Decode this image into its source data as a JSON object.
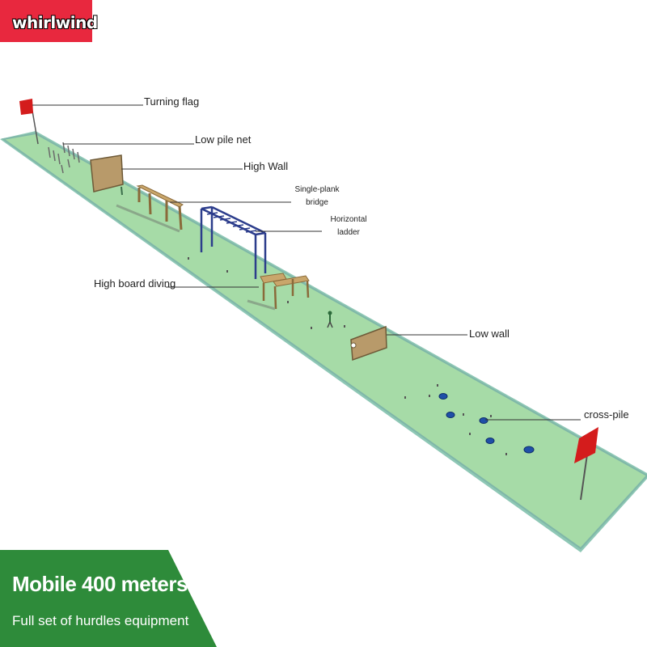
{
  "brand": {
    "name": "whirlwind",
    "color": "#e8283e"
  },
  "labels": {
    "turning_flag": "Turning flag",
    "low_pile_net": "Low pile net",
    "high_wall": "High Wall",
    "single_plank_bridge_line1": "Single-plank",
    "single_plank_bridge_line2": "bridge",
    "horizontal_ladder_line1": "Horizontal",
    "horizontal_ladder_line2": "ladder",
    "high_board_diving": "High board diving",
    "low_wall": "Low wall",
    "cross_pile": "cross-pile"
  },
  "banner": {
    "title": "Mobile 400 meters",
    "subtitle": "Full set of hurdles equipment",
    "color": "#2e8b3a"
  },
  "colors": {
    "track": "#a6dba7",
    "track_edge": "#7fb7a8",
    "flag": "#d41c1c",
    "wall": "#b89a6a",
    "ladder": "#2c3d8c",
    "pile": "#1f4fa8"
  }
}
